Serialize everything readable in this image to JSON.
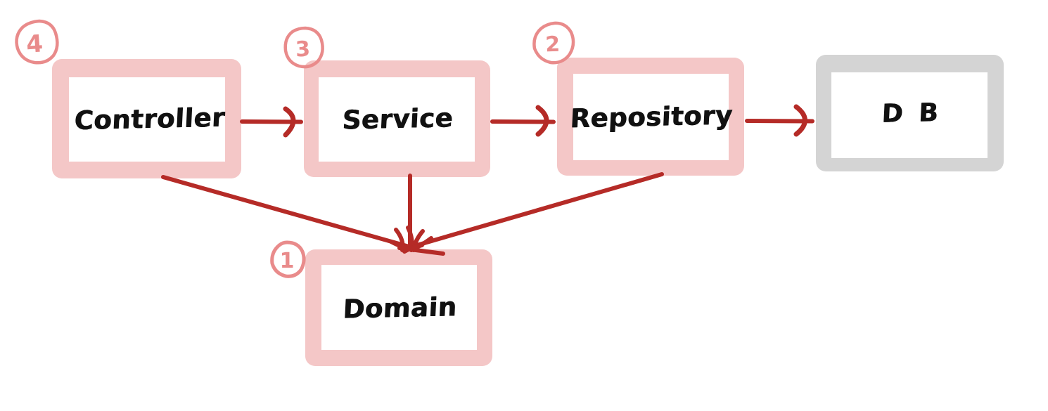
{
  "diagram": {
    "type": "layered-architecture-flow",
    "palette": {
      "node_fill_pink": "#F4C7C7",
      "node_fill_gray": "#D4D4D4",
      "node_inner": "#FFFFFF",
      "arrow_red": "#B52B27",
      "annotation_pink": "#E98B8B",
      "label_black": "#111111",
      "background": "#FFFFFF"
    },
    "nodes": [
      {
        "id": "controller",
        "label": "Controller",
        "style": "pink",
        "annotation": "4"
      },
      {
        "id": "service",
        "label": "Service",
        "style": "pink",
        "annotation": "3"
      },
      {
        "id": "repository",
        "label": "Repository",
        "style": "pink",
        "annotation": "2"
      },
      {
        "id": "db",
        "label": "D B",
        "style": "gray",
        "annotation": ""
      },
      {
        "id": "domain",
        "label": "Domain",
        "style": "pink",
        "annotation": "1"
      }
    ],
    "annotations": [
      {
        "id": "annot-4",
        "text": "4",
        "target": "controller",
        "shape": "circled-number"
      },
      {
        "id": "annot-3",
        "text": "3",
        "target": "service",
        "shape": "circled-number"
      },
      {
        "id": "annot-2",
        "text": "2",
        "target": "repository",
        "shape": "circled-number"
      },
      {
        "id": "annot-1",
        "text": "1",
        "target": "domain",
        "shape": "circled-number"
      }
    ],
    "edges": [
      {
        "id": "edge-controller-service",
        "from": "controller",
        "to": "service",
        "kind": "straight-horizontal"
      },
      {
        "id": "edge-service-repository",
        "from": "service",
        "to": "repository",
        "kind": "straight-horizontal"
      },
      {
        "id": "edge-repository-db",
        "from": "repository",
        "to": "db",
        "kind": "straight-horizontal"
      },
      {
        "id": "edge-controller-domain",
        "from": "controller",
        "to": "domain",
        "kind": "diagonal-down-right"
      },
      {
        "id": "edge-service-domain",
        "from": "service",
        "to": "domain",
        "kind": "vertical-down"
      },
      {
        "id": "edge-repository-domain",
        "from": "repository",
        "to": "domain",
        "kind": "diagonal-down-left"
      }
    ]
  }
}
